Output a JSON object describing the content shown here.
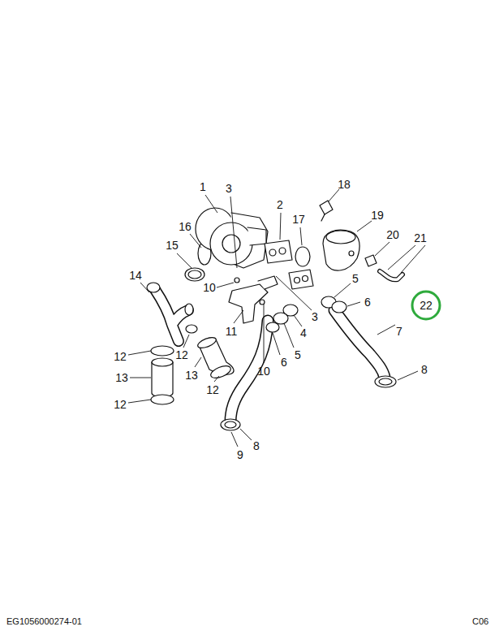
{
  "diagram": {
    "labels": [
      "1",
      "3",
      "2",
      "18",
      "17",
      "19",
      "16",
      "15",
      "20",
      "21",
      "14",
      "10",
      "5",
      "6",
      "22",
      "11",
      "3",
      "4",
      "7",
      "12",
      "12",
      "5",
      "10",
      "6",
      "8",
      "13",
      "13",
      "12",
      "12",
      "8",
      "9",
      "EG1056000274-01",
      "C06"
    ]
  }
}
